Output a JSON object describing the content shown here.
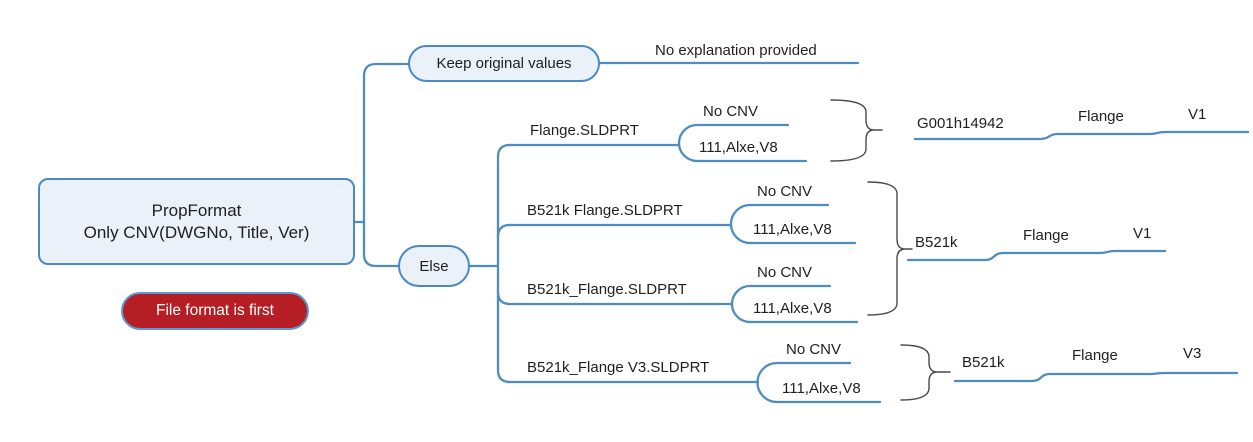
{
  "diagram": {
    "root": {
      "line1": "PropFormat",
      "line2": "Only CNV(DWGNo, Title, Ver)"
    },
    "note": "File format is first",
    "keep_branch": {
      "label": "Keep original values",
      "result": "No explanation provided"
    },
    "else_branch": {
      "label": "Else"
    },
    "cases": [
      {
        "file": "Flange.SLDPRT",
        "cnv_missing": "No CNV",
        "cnv_value": "111,Alxe,V8"
      },
      {
        "file": "B521k Flange.SLDPRT",
        "cnv_missing": "No CNV",
        "cnv_value": "111,Alxe,V8"
      },
      {
        "file": "B521k_Flange.SLDPRT",
        "cnv_missing": "No CNV",
        "cnv_value": "111,Alxe,V8"
      },
      {
        "file": "B521k_Flange V3.SLDPRT",
        "cnv_missing": "No CNV",
        "cnv_value": "111,Alxe,V8"
      }
    ],
    "results": [
      {
        "dwgno": "G001h14942",
        "title": "Flange",
        "ver": "V1"
      },
      {
        "dwgno": "B521k",
        "title": "Flange",
        "ver": "V1"
      },
      {
        "dwgno": "B521k",
        "title": "Flange",
        "ver": "V3"
      }
    ],
    "colors": {
      "line_blue": "#4e8cc2",
      "node_fill": "#eaf1f9",
      "node_border": "#4a89c4",
      "note_fill": "#b41e24",
      "note_border": "#5b9bd5",
      "brace_gray": "#4a4a4a",
      "text": "#1f1f1f"
    }
  }
}
